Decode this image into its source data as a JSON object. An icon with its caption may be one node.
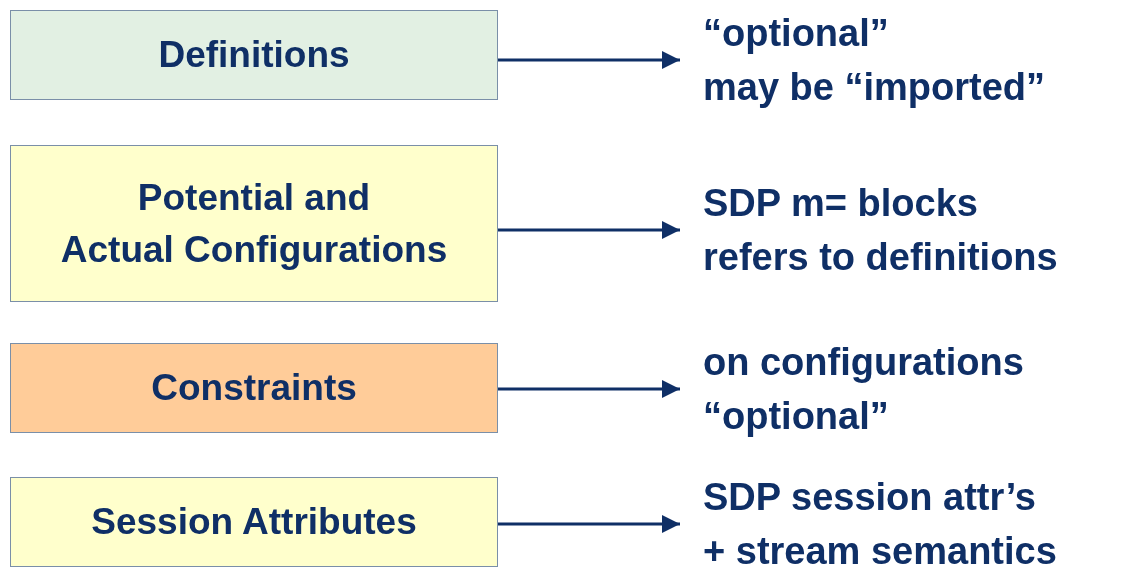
{
  "diagram": {
    "nodes": [
      {
        "text": [
          "Definitions"
        ]
      },
      {
        "text": [
          "“optional” may be “imported”"
        ]
      },
      {
        "text": [
          "Potential and Actual Configurations"
        ]
      },
      {
        "text": [
          "SDP m= blocks refers to definitions"
        ]
      },
      {
        "text": [
          "Constraints"
        ]
      },
      {
        "text": [
          "on configurations “optional”"
        ]
      },
      {
        "text": [
          "Session Attributes"
        ]
      },
      {
        "text": [
          "SDP session attr’s + stream semantics"
        ]
      }
    ],
    "edges": [
      {
        "from": 0,
        "to": 1,
        "arrow": "to"
      },
      {
        "from": 2,
        "to": 3,
        "arrow": "to"
      },
      {
        "from": 4,
        "to": 5,
        "arrow": "to"
      },
      {
        "from": 6,
        "to": 7,
        "arrow": "to"
      }
    ]
  }
}
